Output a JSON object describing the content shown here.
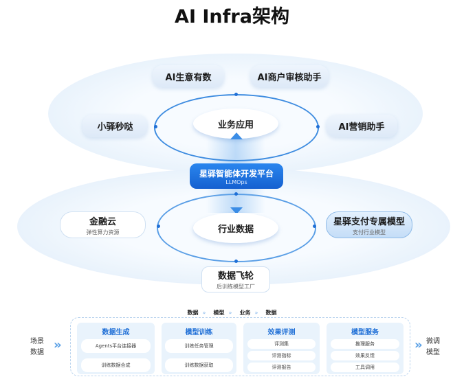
{
  "title": "AI Infra架构",
  "apps": {
    "a1": "AI生意有数",
    "a2": "AI商户审核助手",
    "a3": "小驿秒哒",
    "a4": "AI营销助手"
  },
  "center_top": "业务应用",
  "platform": {
    "title": "星驿智能体开发平台",
    "sub": "LLMOps"
  },
  "center_bottom": "行业数据",
  "jinrongyun": {
    "title": "金融云",
    "sub": "弹性算力资源"
  },
  "model": {
    "title": "星驿支付专属模型",
    "sub": "支付行业模型"
  },
  "flywheel": {
    "title": "数据飞轮",
    "sub": "后训练模型工厂"
  },
  "flow": [
    "数据",
    "模型",
    "业务",
    "数据"
  ],
  "left_label": [
    "场景",
    "数据"
  ],
  "right_label": [
    "微调",
    "模型"
  ],
  "columns": [
    {
      "title": "数据生成",
      "items": [
        "Agents平台连接器",
        "训练数据合成"
      ]
    },
    {
      "title": "模型训练",
      "items": [
        "训练任务管理",
        "训练数据获取"
      ]
    },
    {
      "title": "效果评测",
      "items": [
        "评测集",
        "评测指标",
        "评测报告"
      ]
    },
    {
      "title": "模型服务",
      "items": [
        "推理服务",
        "效果反馈",
        "工具调用"
      ]
    }
  ],
  "colors": {
    "accent": "#1f6fd6",
    "platform": "#1a73e8"
  }
}
